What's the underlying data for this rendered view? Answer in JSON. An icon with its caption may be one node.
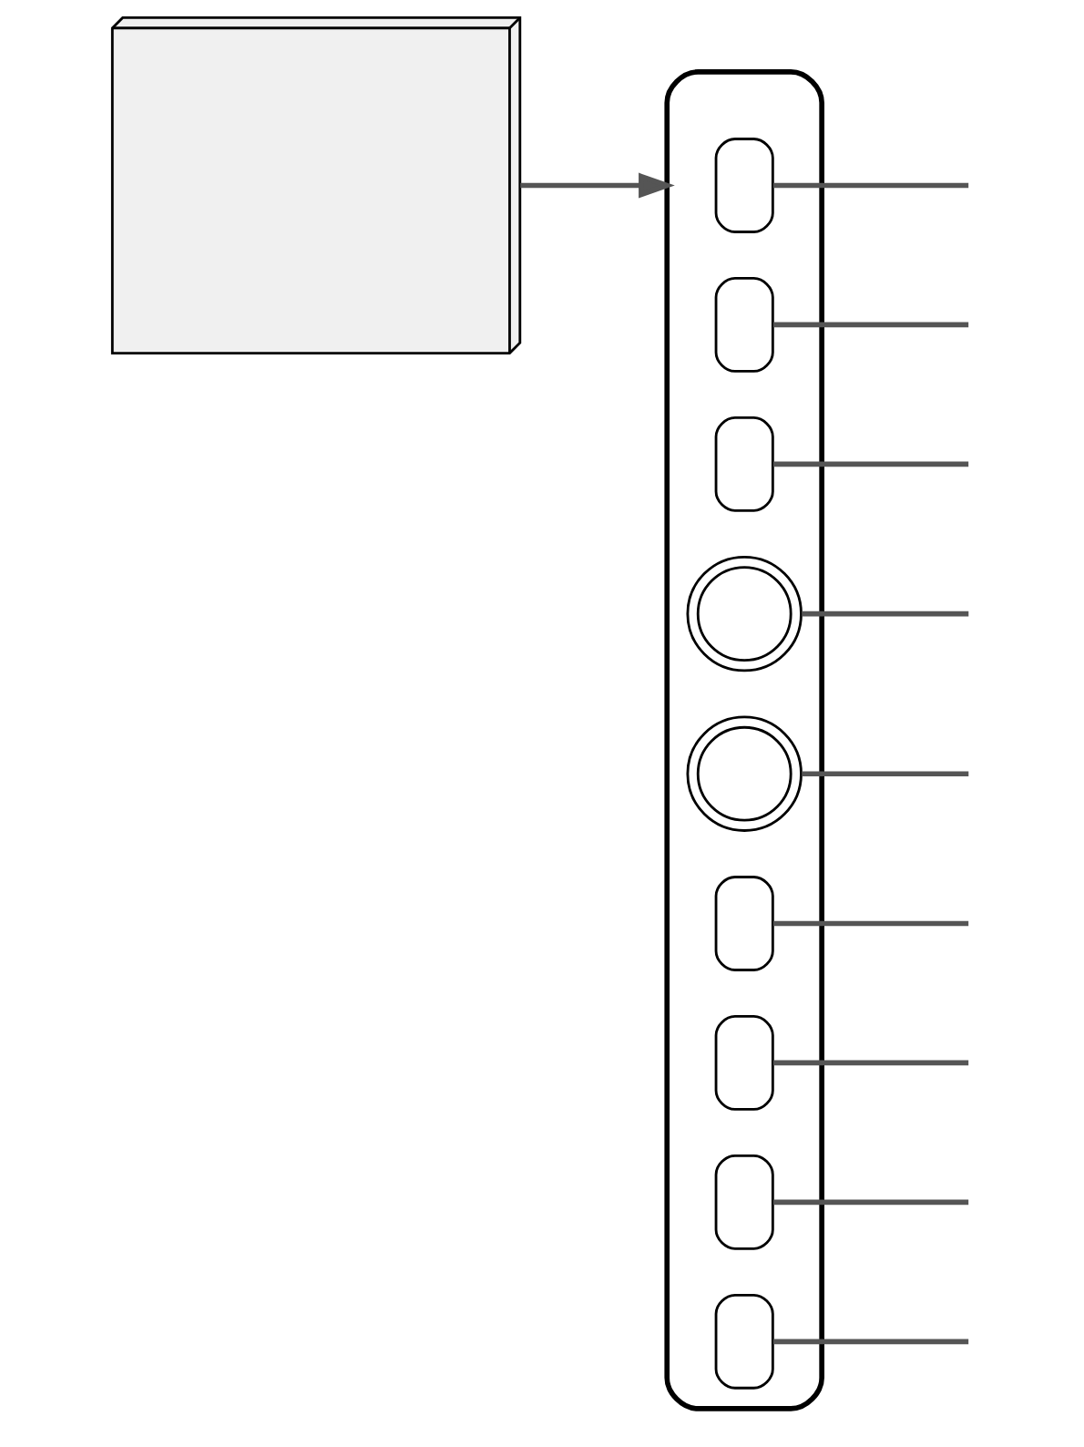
{
  "diagram": {
    "nodes": [
      {
        "text": [],
        "shape": "picture"
      },
      {
        "text": [],
        "shape": "box"
      },
      {
        "text": [],
        "shape": "switch",
        "in": 1
      },
      {
        "text": [],
        "shape": "switch",
        "in": 1
      },
      {
        "text": [],
        "shape": "switch",
        "in": 1
      },
      {
        "text": [],
        "shape": "circle",
        "in": 1
      },
      {
        "text": [],
        "shape": "circle",
        "in": 1
      },
      {
        "text": [],
        "shape": "switch",
        "in": 1
      },
      {
        "text": [],
        "shape": "switch",
        "in": 1
      },
      {
        "text": [],
        "shape": "switch",
        "in": 1
      },
      {
        "text": [],
        "shape": "switch",
        "in": 1
      }
    ],
    "edges": [
      {
        "from": 0,
        "to": 1,
        "arrow": "to"
      },
      {
        "from": 2,
        "to": null,
        "arrow": "none"
      },
      {
        "from": 3,
        "to": null,
        "arrow": "none"
      },
      {
        "from": 4,
        "to": null,
        "arrow": "none"
      },
      {
        "from": 7,
        "to": null,
        "arrow": "none"
      },
      {
        "from": 10,
        "to": null,
        "arrow": "none"
      },
      {
        "from": 9,
        "to": null,
        "arrow": "none"
      },
      {
        "from": 8,
        "to": null,
        "arrow": "none"
      },
      {
        "from": 6,
        "to": null,
        "arrow": "none"
      },
      {
        "from": 5,
        "to": null,
        "arrow": "none"
      }
    ]
  }
}
